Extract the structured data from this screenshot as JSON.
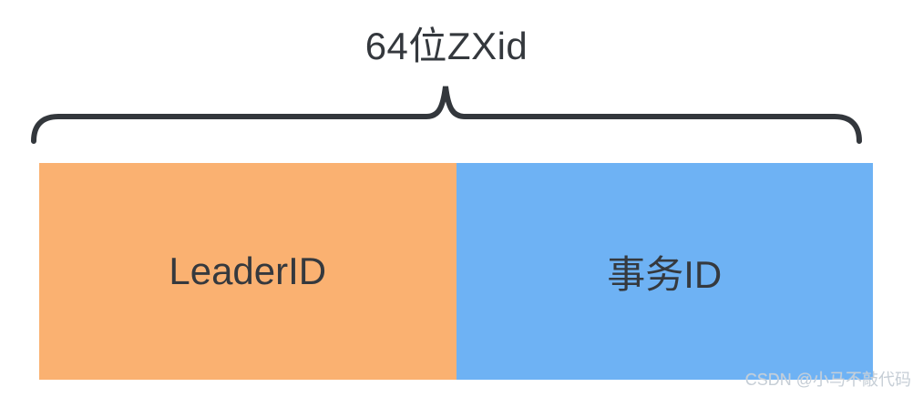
{
  "diagram": {
    "title": "64位ZXid",
    "boxes": [
      {
        "label": "LeaderID",
        "color": "#FAB171"
      },
      {
        "label": "事务ID",
        "color": "#6EB2F4"
      }
    ],
    "brace_color": "#33373C",
    "text_color": "#35393E",
    "title_color": "#34383D"
  },
  "watermark": {
    "text": "CSDN @小马不敲代码",
    "color": "#C6CED6"
  }
}
